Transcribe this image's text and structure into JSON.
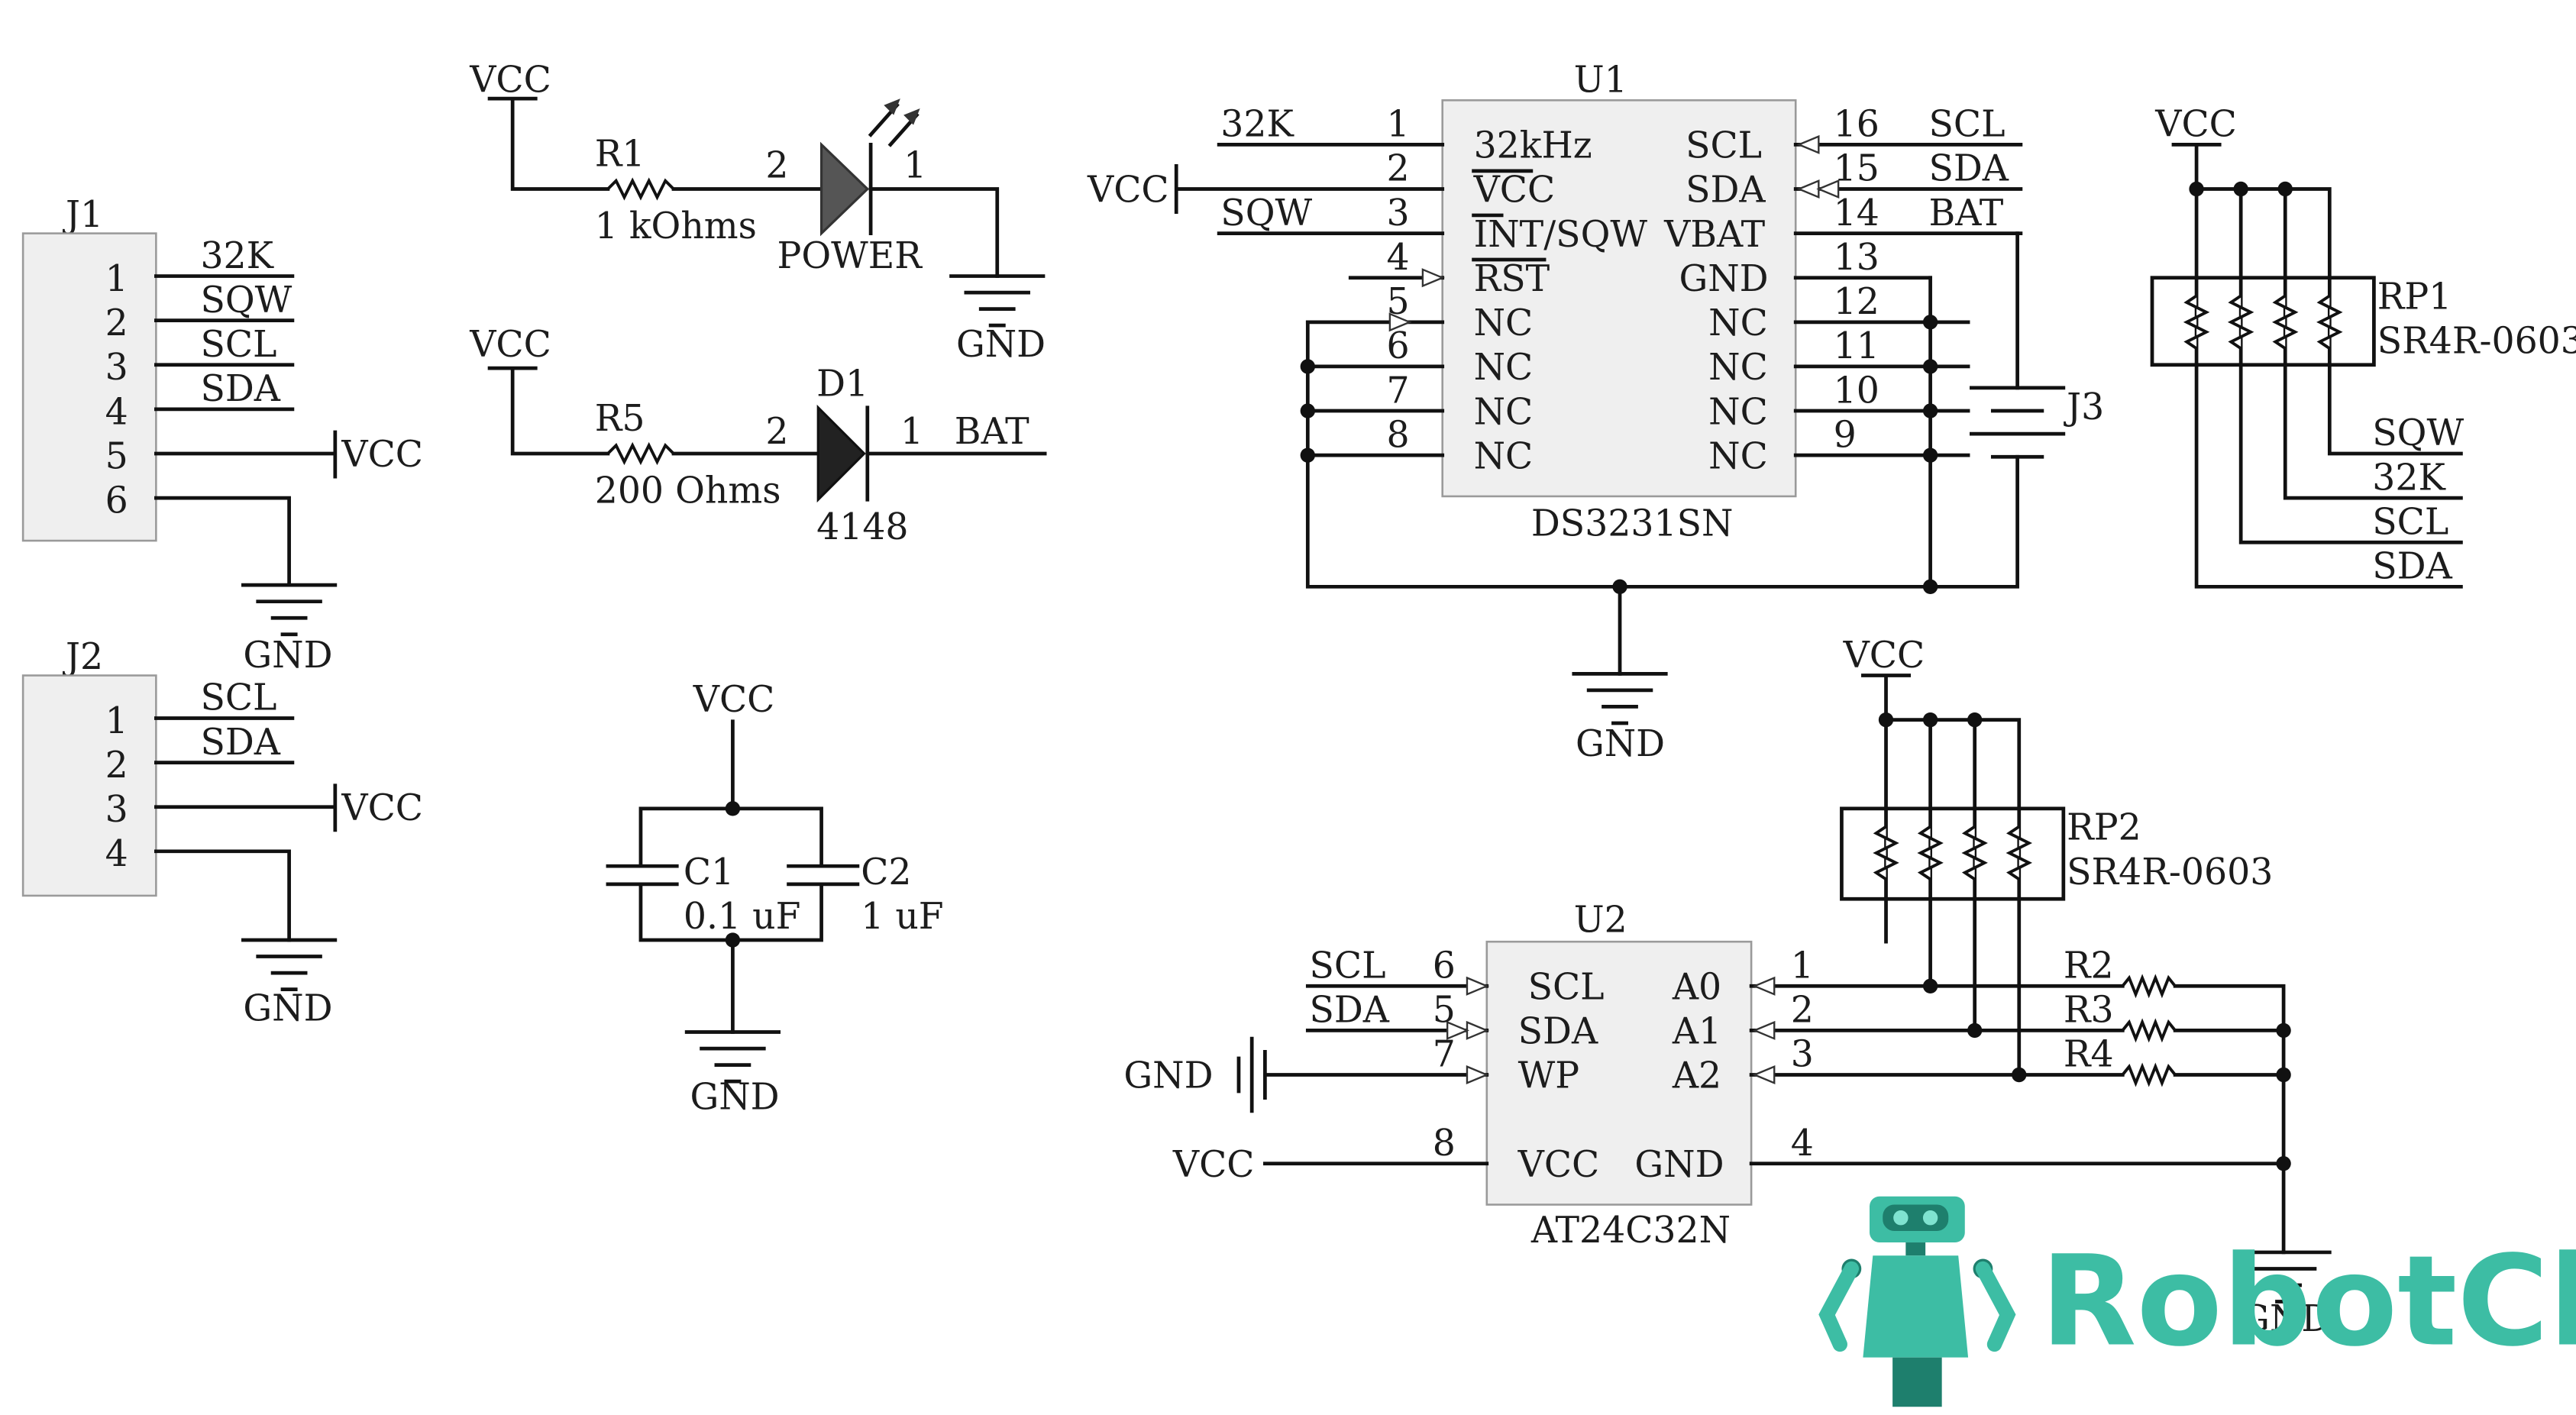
{
  "colors": {
    "wire": "#111111",
    "box": "#efefef",
    "logo": "#3dbda4",
    "logo_dark": "#1e7f6d"
  },
  "j1": {
    "ref": "J1",
    "pins": [
      "1",
      "2",
      "3",
      "4",
      "5",
      "6"
    ],
    "nets": [
      "32K",
      "SQW",
      "SCL",
      "SDA"
    ],
    "vcc": "VCC",
    "gnd": "GND"
  },
  "j2": {
    "ref": "J2",
    "pins": [
      "1",
      "2",
      "3",
      "4"
    ],
    "nets": [
      "SCL",
      "SDA"
    ],
    "vcc": "VCC",
    "gnd": "GND"
  },
  "led": {
    "vcc": "VCC",
    "r_ref": "R1",
    "r_val": "1 kOhms",
    "pin_a": "2",
    "pin_k": "1",
    "name": "POWER",
    "gnd": "GND"
  },
  "diode": {
    "vcc": "VCC",
    "r_ref": "R5",
    "r_val": "200 Ohms",
    "ref": "D1",
    "pin_a": "2",
    "pin_k": "1",
    "net": "BAT",
    "part": "4148"
  },
  "caps": {
    "vcc": "VCC",
    "c1_ref": "C1",
    "c1_val": "0.1 uF",
    "c2_ref": "C2",
    "c2_val": "1 uF",
    "gnd": "GND"
  },
  "u1": {
    "ref": "U1",
    "part": "DS3231SN",
    "vcc": "VCC",
    "gnd": "GND",
    "battery_ref": "J3",
    "left_nets": [
      "32K",
      "",
      "SQW"
    ],
    "left_pin_nums": [
      "1",
      "2",
      "3",
      "4",
      "5",
      "6",
      "7",
      "8"
    ],
    "left_pin_names": [
      "32kHz",
      "VCC",
      "INT/SQW",
      "RST",
      "NC",
      "NC",
      "NC",
      "NC"
    ],
    "right_pin_nums": [
      "16",
      "15",
      "14",
      "13",
      "12",
      "11",
      "10",
      "9"
    ],
    "right_pin_names": [
      "SCL",
      "SDA",
      "VBAT",
      "GND",
      "NC",
      "NC",
      "NC",
      "NC"
    ],
    "right_nets": [
      "SCL",
      "SDA",
      "BAT"
    ]
  },
  "rp1": {
    "ref": "RP1",
    "part": "SR4R-0603",
    "vcc": "VCC",
    "nets": [
      "SQW",
      "32K",
      "SCL",
      "SDA"
    ]
  },
  "rp2": {
    "ref": "RP2",
    "part": "SR4R-0603",
    "vcc": "VCC"
  },
  "u2": {
    "ref": "U2",
    "part": "AT24C32N",
    "left_nets": [
      "SCL",
      "SDA",
      "GND",
      "VCC"
    ],
    "left_pin_nums": [
      "6",
      "5",
      "7",
      "8"
    ],
    "left_pin_names": [
      "SCL",
      "SDA",
      "WP",
      "VCC"
    ],
    "right_pin_nums": [
      "1",
      "2",
      "3",
      "4"
    ],
    "right_pin_names": [
      "A0",
      "A1",
      "A2",
      "GND"
    ],
    "resistors": [
      "R2",
      "R3",
      "R4"
    ],
    "gnd": "GND"
  },
  "brand": {
    "name": "RobotChip"
  }
}
